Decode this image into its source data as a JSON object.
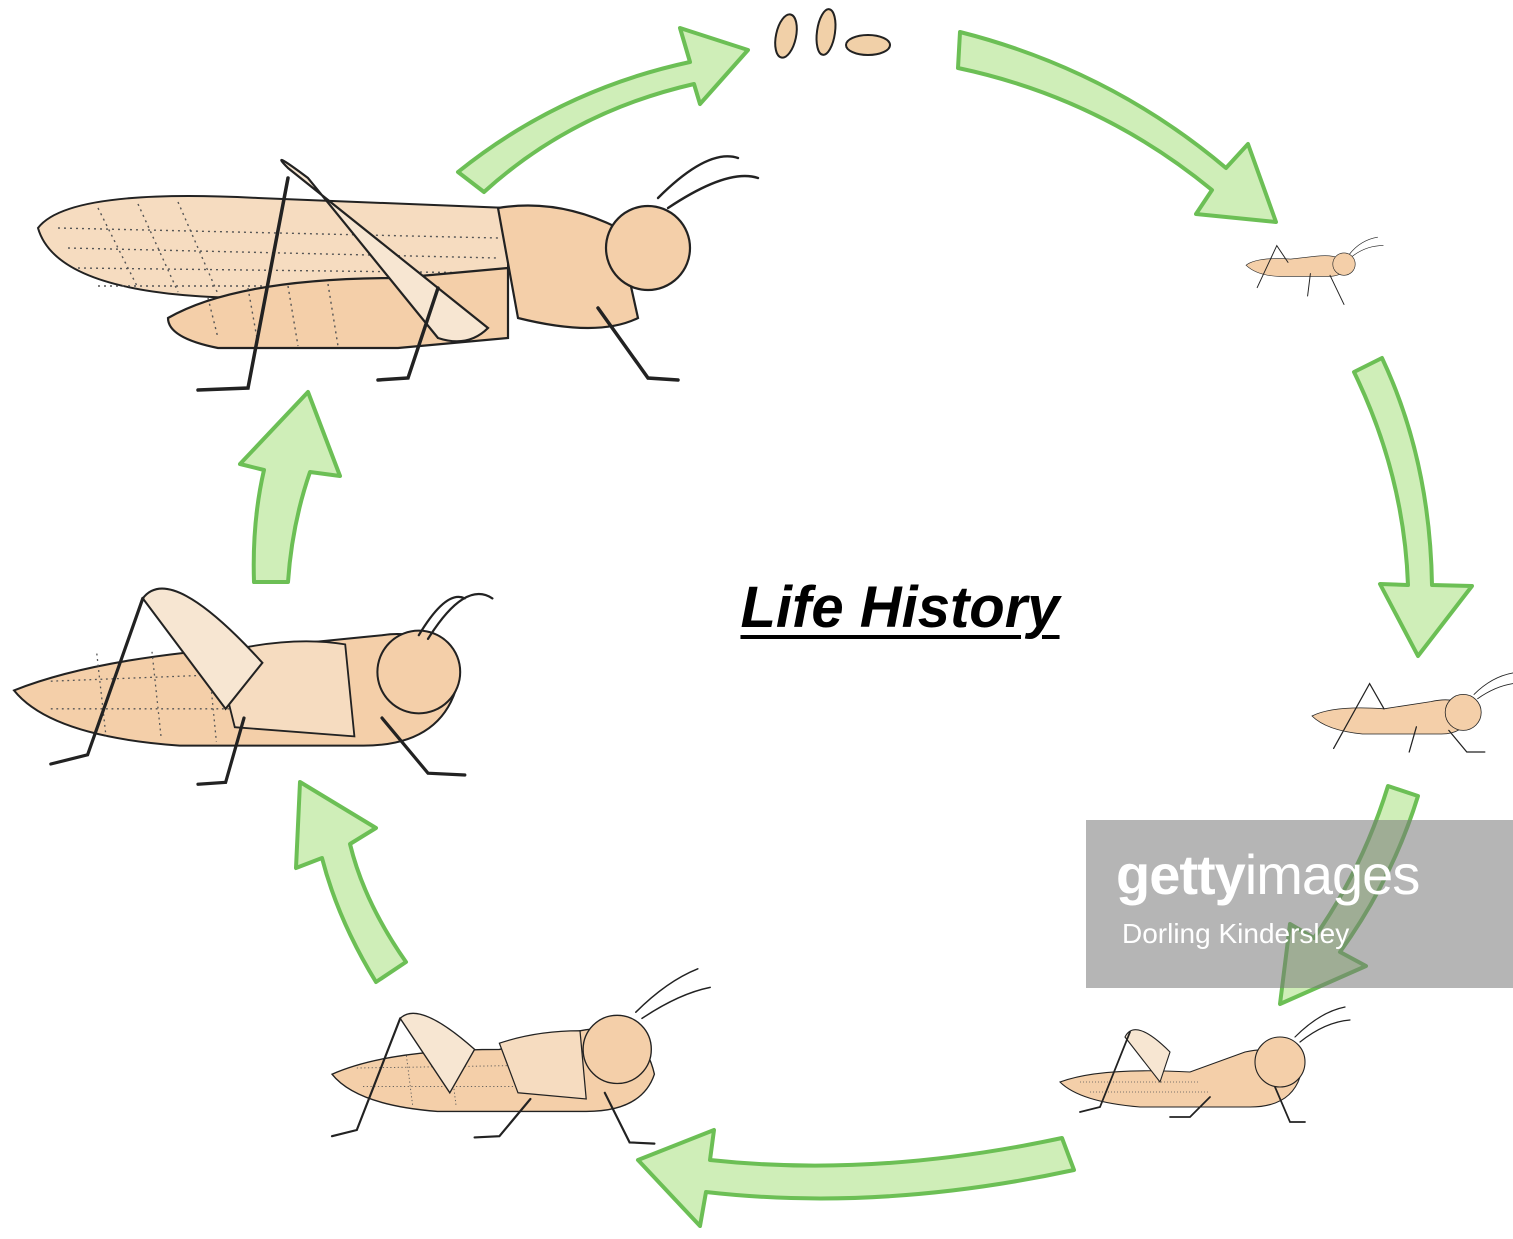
{
  "title": "Life History",
  "watermark": {
    "brand_bold": "getty",
    "brand_light": "images",
    "credit": "Dorling Kindersley"
  },
  "stages": [
    {
      "id": "eggs"
    },
    {
      "id": "nymph-1"
    },
    {
      "id": "nymph-2"
    },
    {
      "id": "nymph-3"
    },
    {
      "id": "nymph-4"
    },
    {
      "id": "nymph-5"
    },
    {
      "id": "adult"
    }
  ],
  "colors": {
    "arrow_fill": "#cfeeb8",
    "arrow_stroke": "#6cbf55",
    "body": "#f4cfa9"
  }
}
